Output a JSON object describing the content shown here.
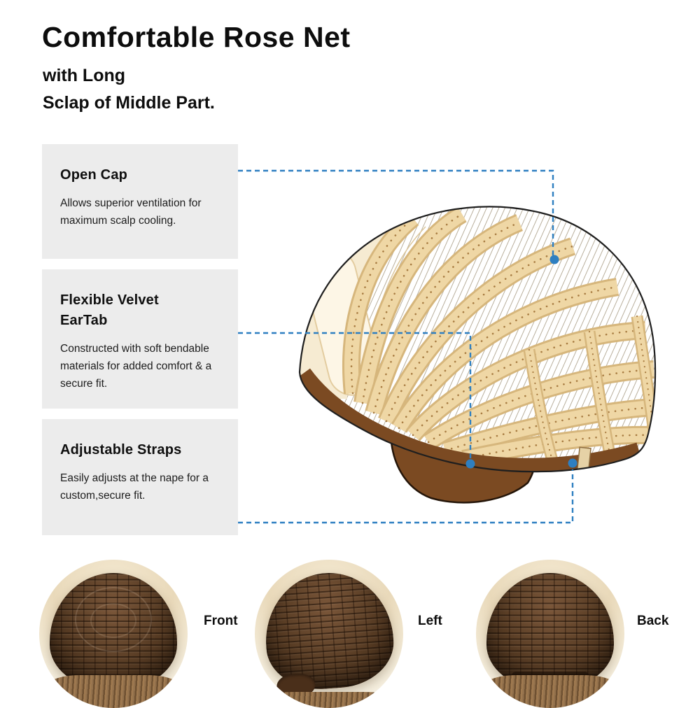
{
  "header": {
    "title": "Comfortable Rose Net",
    "subtitle_line1": "with Long",
    "subtitle_line2": "Sclap of Middle Part."
  },
  "features": [
    {
      "title": "Open Cap",
      "body": "Allows superior ventilation for maximum scalp cooling."
    },
    {
      "title": "Flexible Velvet\nEarTab",
      "body": "Constructed with soft bendable materials for added comfort & a secure fit."
    },
    {
      "title": "Adjustable Straps",
      "body": "Easily adjusts at the nape for a custom,secure fit."
    }
  ],
  "views": [
    {
      "label": "Front"
    },
    {
      "label": "Left"
    },
    {
      "label": "Back"
    }
  ],
  "illustration": {
    "subject": "wig-cap-side-view-diagram",
    "callouts": [
      "open-cap",
      "ear-tab",
      "adjustable-straps"
    ]
  },
  "colors": {
    "leader_line": "#2e7fc1",
    "panel_bg": "#ececec",
    "band_tan": "#efd7a5",
    "cap_cream": "#f6ebd2",
    "trim_brown": "#7b4a22"
  }
}
